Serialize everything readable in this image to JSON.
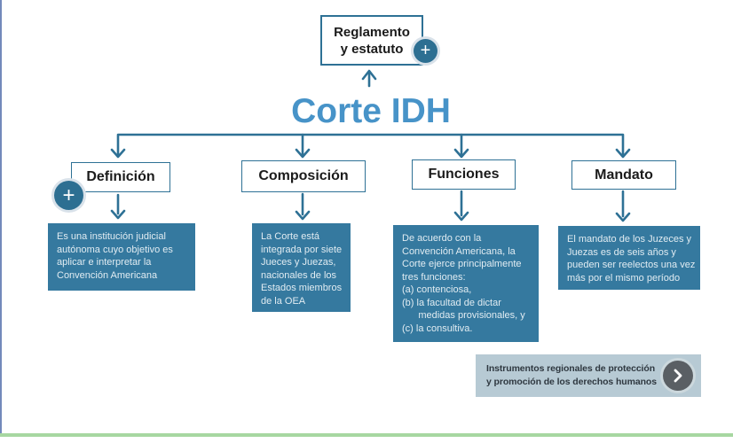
{
  "colors": {
    "accent": "#2e7195",
    "node_fill": "#35799f",
    "title_blue": "#4793c8",
    "banner_bg": "#b7cad4",
    "banner_text": "#2f3840",
    "left_border": "#7389bb",
    "bottom_line": "#a7d7a1",
    "circle_fill": "#2d6f92",
    "banner_circle": "#5a5f64"
  },
  "title": "Corte IDH",
  "top_box": {
    "label": "Reglamento\ny estatuto",
    "plus_label": "+"
  },
  "nodes": [
    {
      "label": "Definición",
      "plus_label": "+",
      "body": "Es una institución judicial\nautónoma cuyo objetivo es\naplicar e interpretar la\nConvención Americana"
    },
    {
      "label": "Composición",
      "body": "La Corte está\nintegrada por siete\nJueces y Juezas,\nnacionales de los\nEstados miembros\nde la OEA"
    },
    {
      "label": "Funciones",
      "body": "De acuerdo con la\nConvención Americana, la\nCorte ejerce principalmente\ntres funciones:\n(a) contenciosa,\n(b) la facultad de dictar\n      medidas provisionales, y\n(c) la consultiva."
    },
    {
      "label": "Mandato",
      "body": "El mandato de los Juzeces y\nJuezas es de seis años y\npueden ser reelectos una vez\nmás por el mismo período"
    }
  ],
  "banner": {
    "text": "Instrumentos regionales de protección\ny promoción de los derechos humanos",
    "chevron_icon": "chevron-right"
  }
}
